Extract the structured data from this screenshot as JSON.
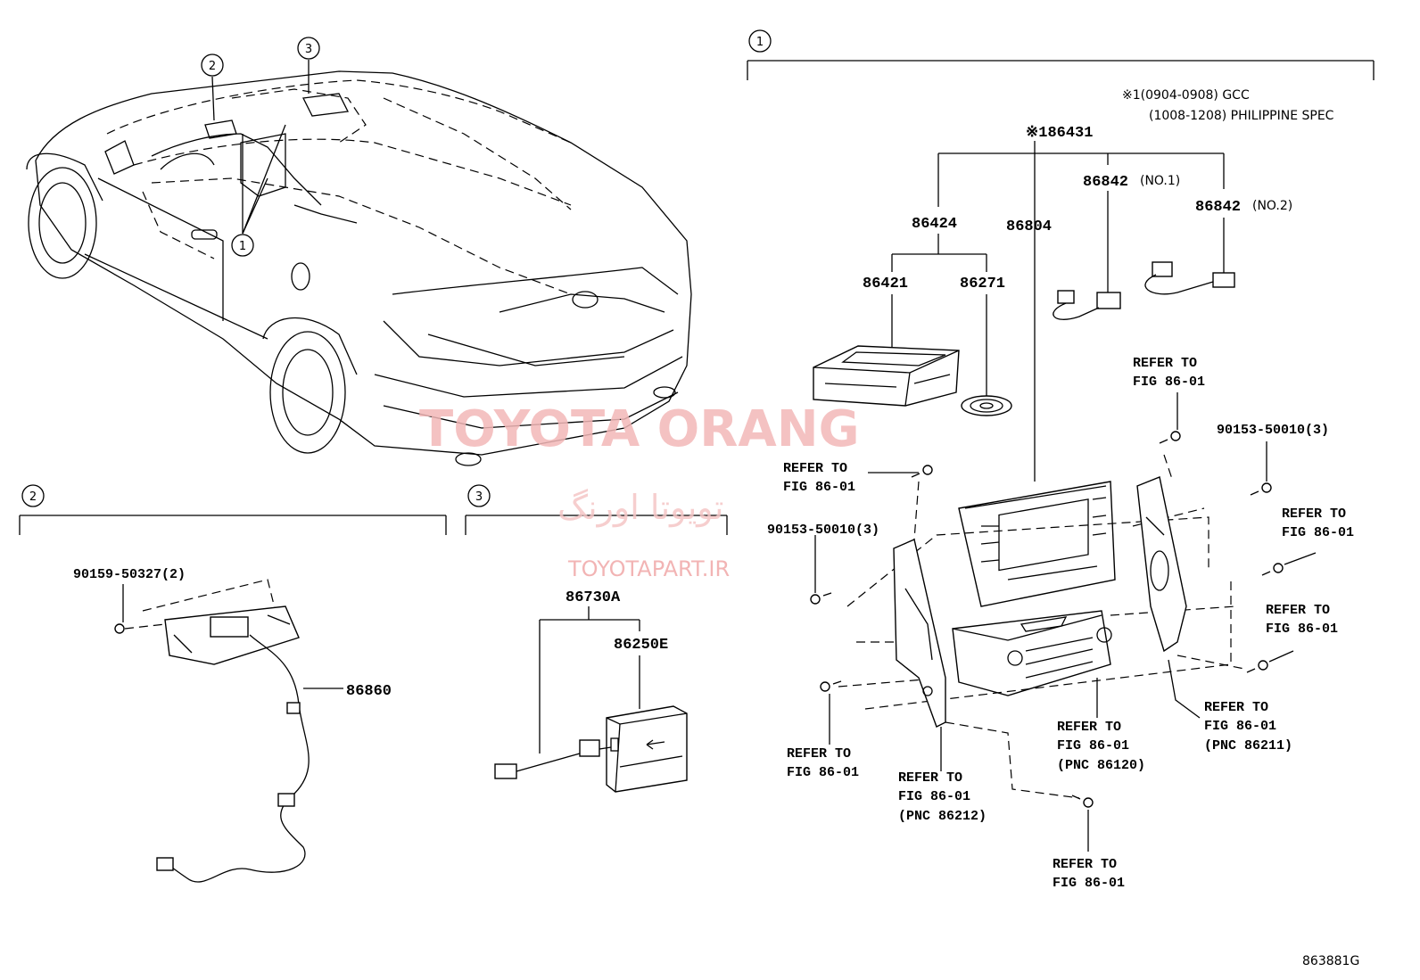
{
  "watermark": {
    "brand_en": "TOYOTA ORANG",
    "brand_fa": "تویوتا اورنگ",
    "site": "TOYOTAPART.IR"
  },
  "callouts": {
    "c1": "1",
    "c2": "2",
    "c3": "3"
  },
  "note": {
    "line1": "※1(0904-0908) GCC",
    "line2": "(1008-1208) PHILIPPINE SPEC"
  },
  "parts": {
    "p86431": "※186431",
    "p86424": "86424",
    "p86804": "86804",
    "p86842_no1": "86842",
    "p86842_no1_sfx": "(NO.1)",
    "p86842_no2": "86842",
    "p86842_no2_sfx": "(NO.2)",
    "p86421": "86421",
    "p86271": "86271",
    "p90153_a": "90153-50010(3)",
    "p90153_b": "90153-50010(3)",
    "p90159": "90159-50327(2)",
    "p86860": "86860",
    "p86730A": "86730A",
    "p86250E": "86250E"
  },
  "refer": {
    "r1": [
      "REFER TO",
      "FIG 86-01",
      ""
    ],
    "r2": [
      "REFER TO",
      "FIG 86-01",
      ""
    ],
    "r3": [
      "REFER TO",
      "FIG 86-01",
      ""
    ],
    "r4": [
      "REFER TO",
      "FIG 86-01",
      ""
    ],
    "r5": [
      "REFER TO",
      "FIG 86-01",
      "(PNC 86211)"
    ],
    "r6": [
      "REFER TO",
      "FIG 86-01",
      "(PNC 86120)"
    ],
    "r7": [
      "REFER TO",
      "FIG 86-01",
      ""
    ],
    "r8": [
      "REFER TO",
      "FIG 86-01",
      "(PNC 86212)"
    ],
    "r9": [
      "REFER TO",
      "FIG 86-01",
      ""
    ]
  },
  "figure_code": "863881G"
}
